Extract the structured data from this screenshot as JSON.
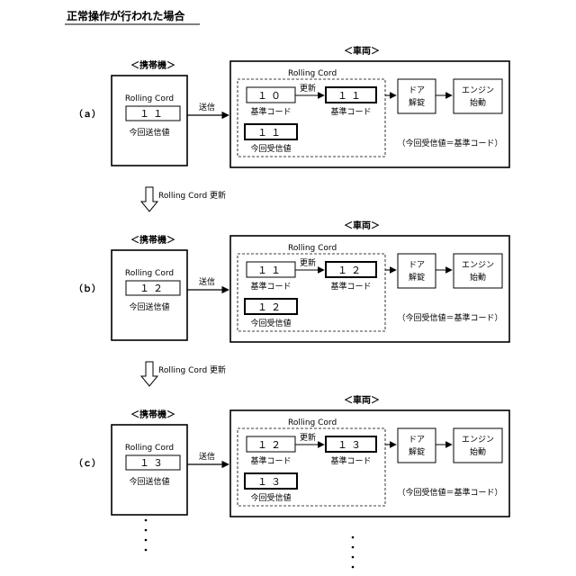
{
  "title": "正常操作が行われた場合",
  "scenarios": [
    {
      "label": "（ａ）",
      "handheld_label": "＜携帯機＞",
      "handheld_rolling_label": "Rolling Cord",
      "handheld_value": "１１",
      "handheld_value_caption": "今回送信値",
      "send_label": "送信",
      "vehicle_label": "＜車両＞",
      "vehicle_rolling_label": "Rolling Cord",
      "reference_before": "１０",
      "reference_before_caption": "基準コード",
      "update_label": "更新",
      "reference_after": "１１",
      "reference_after_caption": "基準コード",
      "received_value": "１１",
      "received_caption": "今回受信値",
      "door_line1": "ドア",
      "door_line2": "解錠",
      "engine_line1": "エンジン",
      "engine_line2": "始動",
      "condition": "（今回受信値＝基準コード）"
    },
    {
      "label": "（ｂ）",
      "handheld_label": "＜携帯機＞",
      "handheld_rolling_label": "Rolling Cord",
      "handheld_value": "１２",
      "handheld_value_caption": "今回送信値",
      "send_label": "送信",
      "vehicle_label": "＜車両＞",
      "vehicle_rolling_label": "Rolling Cord",
      "reference_before": "１１",
      "reference_before_caption": "基準コード",
      "update_label": "更新",
      "reference_after": "１２",
      "reference_after_caption": "基準コード",
      "received_value": "１２",
      "received_caption": "今回受信値",
      "door_line1": "ドア",
      "door_line2": "解錠",
      "engine_line1": "エンジン",
      "engine_line2": "始動",
      "condition": "（今回受信値＝基準コード）"
    },
    {
      "label": "（ｃ）",
      "handheld_label": "＜携帯機＞",
      "handheld_rolling_label": "Rolling Cord",
      "handheld_value": "１３",
      "handheld_value_caption": "今回送信値",
      "send_label": "送信",
      "vehicle_label": "＜車両＞",
      "vehicle_rolling_label": "Rolling Cord",
      "reference_before": "１２",
      "reference_before_caption": "基準コード",
      "update_label": "更新",
      "reference_after": "１３",
      "reference_after_caption": "基準コード",
      "received_value": "１３",
      "received_caption": "今回受信値",
      "door_line1": "ドア",
      "door_line2": "解錠",
      "engine_line1": "エンジン",
      "engine_line2": "始動",
      "condition": "（今回受信値＝基準コード）"
    }
  ],
  "transitions": [
    {
      "label": "Rolling Cord 更新"
    },
    {
      "label": "Rolling Cord 更新"
    }
  ]
}
